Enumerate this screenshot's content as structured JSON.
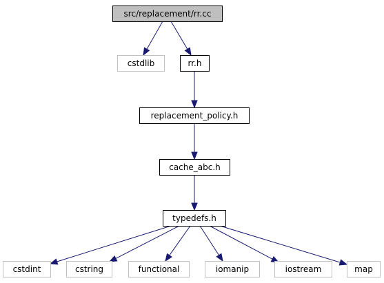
{
  "colors": {
    "root_fill": "#bfbfbf",
    "root_border": "#000000",
    "internal_fill": "#ffffff",
    "internal_border": "#000000",
    "external_fill": "#ffffff",
    "external_border": "#bfbfbf",
    "edge": "#191970"
  },
  "nodes": {
    "rr_cc": {
      "label": "src/replacement/rr.cc",
      "kind": "root"
    },
    "cstdlib": {
      "label": "cstdlib",
      "kind": "external"
    },
    "rr_h": {
      "label": "rr.h",
      "kind": "internal"
    },
    "replacement_policy_h": {
      "label": "replacement_policy.h",
      "kind": "internal"
    },
    "cache_abc_h": {
      "label": "cache_abc.h",
      "kind": "internal"
    },
    "typedefs_h": {
      "label": "typedefs.h",
      "kind": "internal"
    },
    "cstdint": {
      "label": "cstdint",
      "kind": "external"
    },
    "cstring": {
      "label": "cstring",
      "kind": "external"
    },
    "functional": {
      "label": "functional",
      "kind": "external"
    },
    "iomanip": {
      "label": "iomanip",
      "kind": "external"
    },
    "iostream": {
      "label": "iostream",
      "kind": "external"
    },
    "map": {
      "label": "map",
      "kind": "external"
    }
  },
  "edges": [
    [
      "rr_cc",
      "cstdlib"
    ],
    [
      "rr_cc",
      "rr_h"
    ],
    [
      "rr_h",
      "replacement_policy_h"
    ],
    [
      "replacement_policy_h",
      "cache_abc_h"
    ],
    [
      "cache_abc_h",
      "typedefs_h"
    ],
    [
      "typedefs_h",
      "cstdint"
    ],
    [
      "typedefs_h",
      "cstring"
    ],
    [
      "typedefs_h",
      "functional"
    ],
    [
      "typedefs_h",
      "iomanip"
    ],
    [
      "typedefs_h",
      "iostream"
    ],
    [
      "typedefs_h",
      "map"
    ]
  ]
}
